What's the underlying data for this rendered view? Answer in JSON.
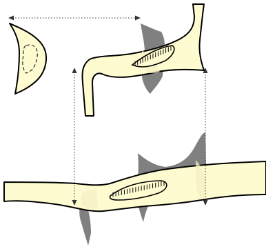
{
  "diagram": {
    "parts": [
      {
        "id": "flap-piece"
      },
      {
        "id": "bent-vessel-top"
      },
      {
        "id": "straight-vessel-bottom"
      },
      {
        "id": "suture-line-top"
      },
      {
        "id": "suture-line-bottom"
      },
      {
        "id": "tissue-band-top"
      },
      {
        "id": "tissue-band-bottom"
      }
    ],
    "arrows": [
      {
        "id": "horizontal-span",
        "style": "dotted",
        "ends": "double"
      },
      {
        "id": "left-vertical-span",
        "style": "dotted",
        "ends": "double"
      },
      {
        "id": "right-vertical-span",
        "style": "dotted",
        "ends": "double"
      }
    ],
    "colors": {
      "vessel_fill": "#fdfbcf",
      "tissue": "#808080",
      "outline": "#000000"
    }
  }
}
